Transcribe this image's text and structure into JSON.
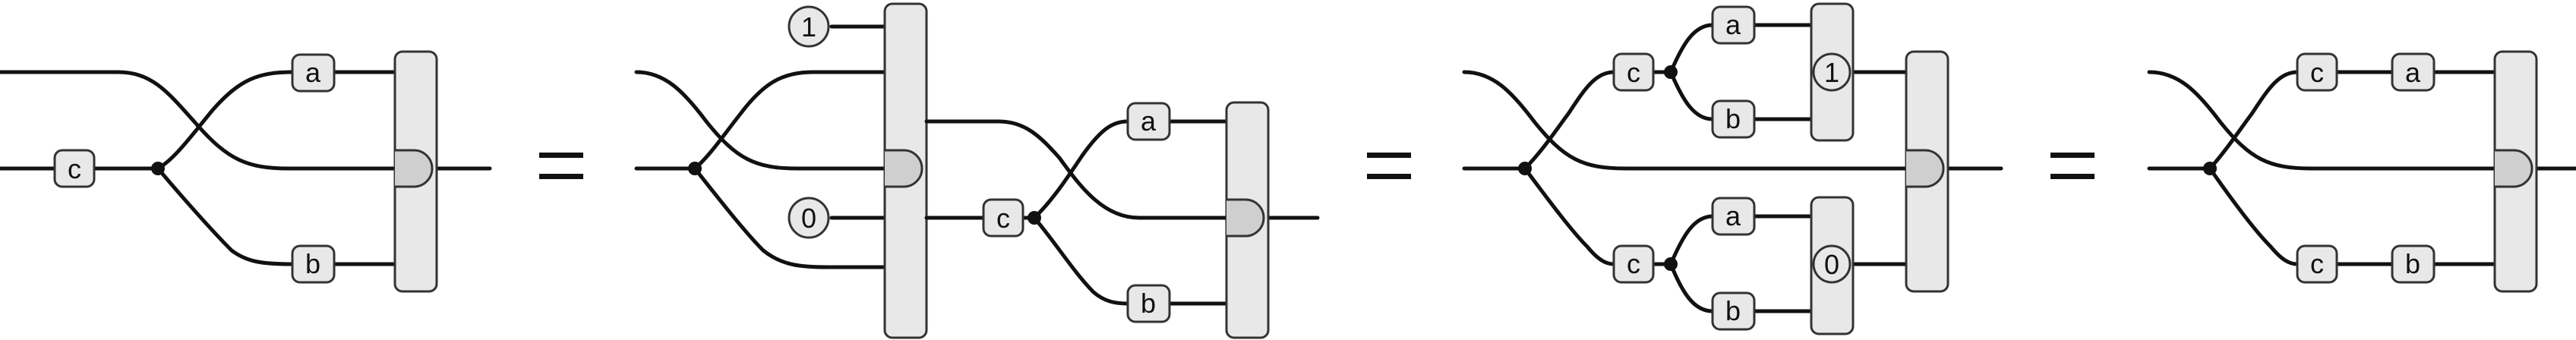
{
  "diagram": {
    "equals": [
      "=",
      "=",
      "="
    ],
    "terms": [
      {
        "labels": {
          "top": "a",
          "bottom": "b",
          "left": "c"
        }
      },
      {
        "labels": {
          "tagTop": "1",
          "tagBottom": "0",
          "mid": "c",
          "top": "a",
          "bottom": "b"
        }
      },
      {
        "labels": {
          "topC": "c",
          "botC": "c",
          "a1": "a",
          "b1": "b",
          "tag1": "1",
          "a2": "a",
          "b2": "b",
          "tag2": "0"
        }
      },
      {
        "labels": {
          "topC": "c",
          "topA": "a",
          "botC": "c",
          "botB": "b"
        }
      }
    ]
  },
  "colors": {
    "wire": "#111111",
    "boxFill": "#e8e8e8",
    "boxStroke": "#333333",
    "background": "#ffffff"
  }
}
